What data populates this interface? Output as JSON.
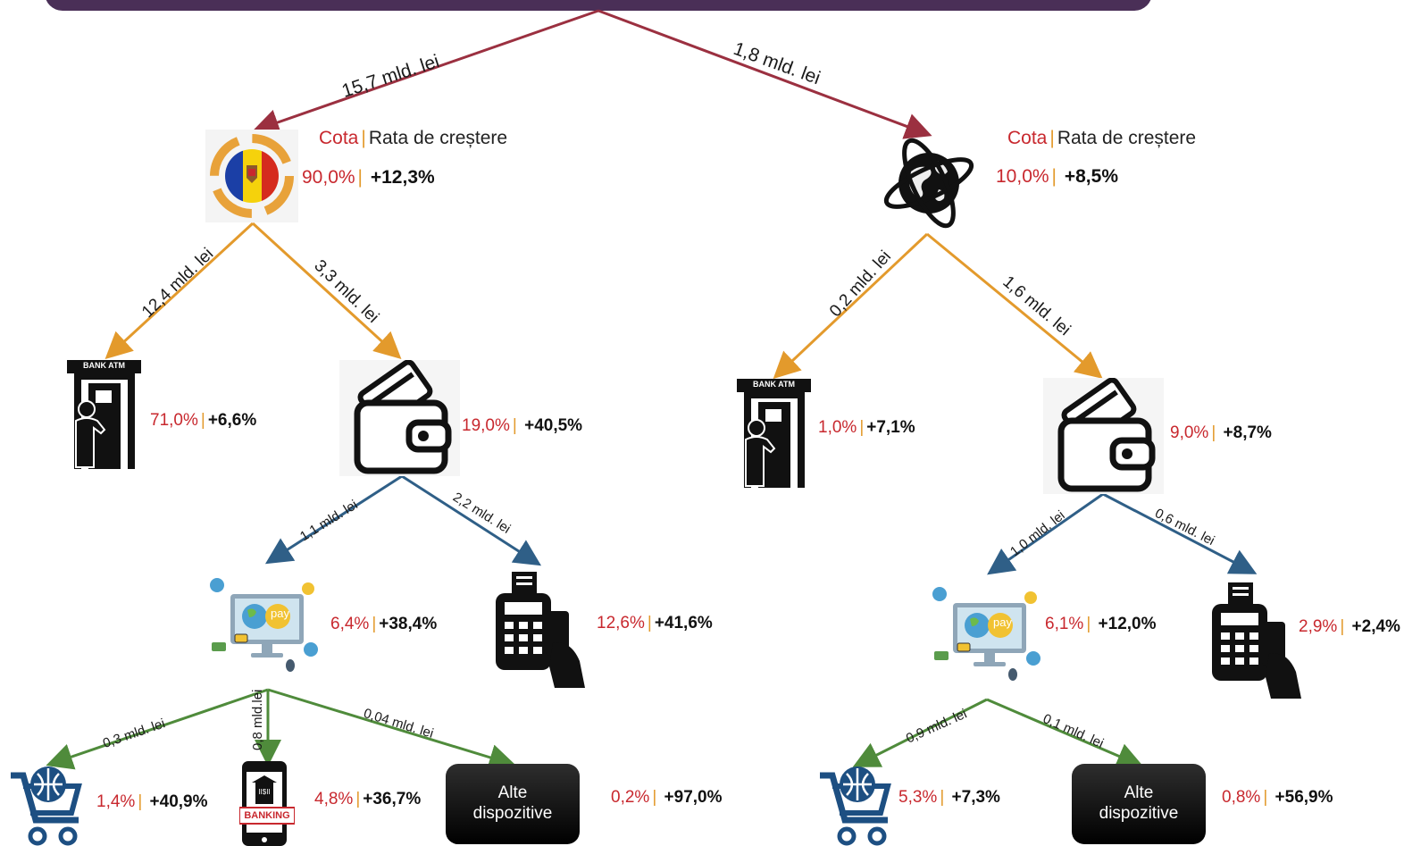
{
  "header": {
    "cota": "Cota",
    "rata": "Rata de creștere"
  },
  "right_header": {
    "cota": "Cota",
    "rata": "Rata de creștere"
  },
  "edges": {
    "left_main": "15,7 mld. lei",
    "right_main": "1,8 mld. lei",
    "l_atm": "12,4 mld. lei",
    "l_card": "3,3 mld. lei",
    "l_online": "1,1 mld. lei",
    "l_pos": "2,2 mld. lei",
    "l_shop": "0,3 mld. lei",
    "l_bank": "0,8 mld.lei",
    "l_other": "0,04 mld. lei",
    "r_atm": "0,2 mld. lei",
    "r_card": "1,6 mld. lei",
    "r_online": "1,0 mld. lei",
    "r_pos": "0,6 mld. lei",
    "r_shop": "0,9 mld. lei",
    "r_other": "0,1 mld. lei"
  },
  "nodes": {
    "domestic": {
      "cota": "90,0%",
      "rata": "+12,3%"
    },
    "foreign": {
      "cota": "10,0%",
      "rata": "+8,5%"
    },
    "l_atm": {
      "cota": "71,0%",
      "rata": "+6,6%"
    },
    "l_card": {
      "cota": "19,0%",
      "rata": "+40,5%"
    },
    "l_online": {
      "cota": "6,4%",
      "rata": "+38,4%"
    },
    "l_pos": {
      "cota": "12,6%",
      "rata": "+41,6%"
    },
    "l_shop": {
      "cota": "1,4%",
      "rata": "+40,9%"
    },
    "l_bank": {
      "cota": "4,8%",
      "rata": "+36,7%"
    },
    "l_other": {
      "cota": "0,2%",
      "rata": "+97,0%"
    },
    "r_atm": {
      "cota": "1,0%",
      "rata": "+7,1%"
    },
    "r_card": {
      "cota": "9,0%",
      "rata": "+8,7%"
    },
    "r_online": {
      "cota": "6,1%",
      "rata": "+12,0%"
    },
    "r_pos": {
      "cota": "2,9%",
      "rata": "+2,4%"
    },
    "r_shop": {
      "cota": "5,3%",
      "rata": "+7,3%"
    },
    "r_other": {
      "cota": "0,8%",
      "rata": "+56,9%"
    }
  },
  "icons": {
    "atm_text": "BANK ATM",
    "banking_text": "BANKING",
    "bank_sign": "II$II",
    "pay_text": "pay",
    "alte_line1": "Alte",
    "alte_line2": "dispozitive"
  },
  "colors": {
    "top_arrow": "#9b3040",
    "level2_arrow": "#e39a2c",
    "level3_arrow": "#2f5f87",
    "level4_arrow": "#4f8b3b",
    "banner": "#4a2f57",
    "share": "#c8282e"
  }
}
